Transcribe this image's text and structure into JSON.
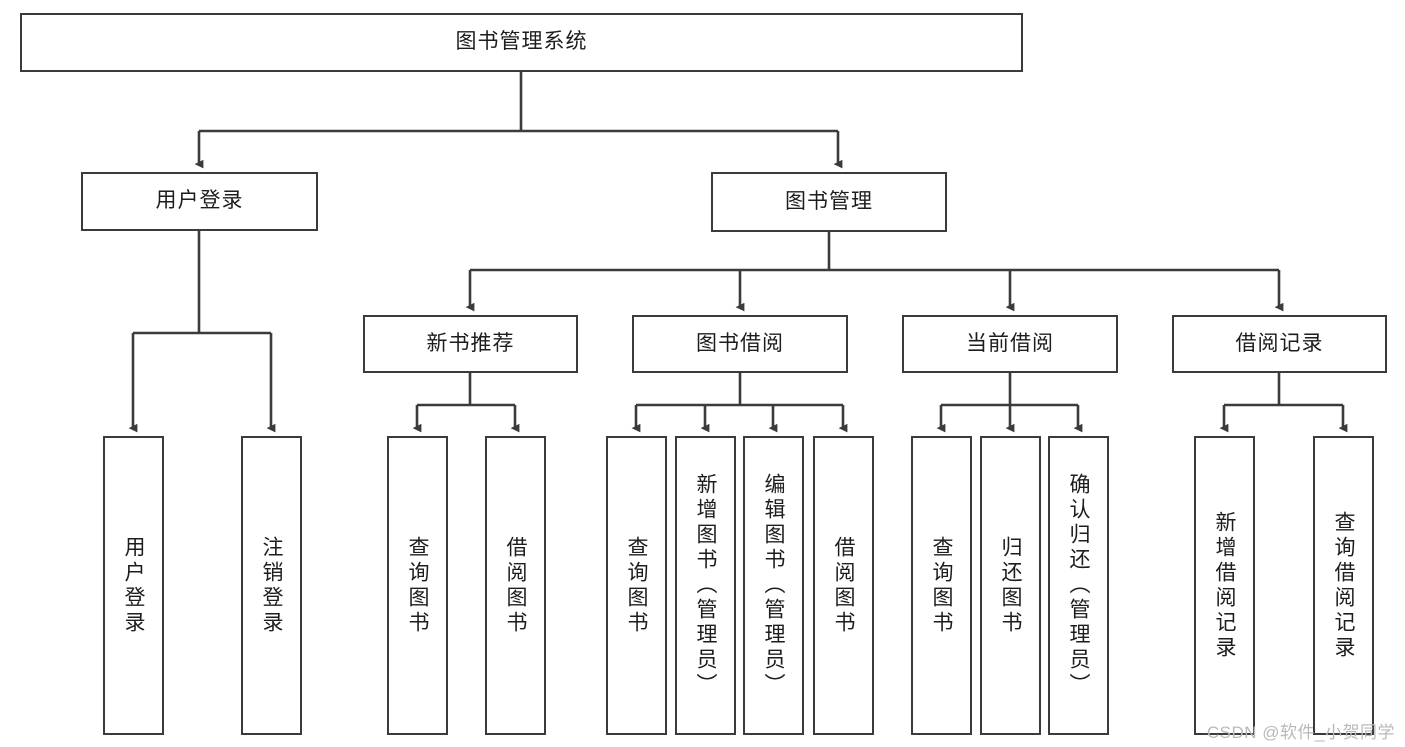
{
  "diagram": {
    "title": "图书管理系统",
    "type": "tree-hierarchy-chart",
    "watermark": "CSDN @软件_小贺同学",
    "root": {
      "label": "图书管理系统"
    },
    "level2": [
      {
        "label": "用户登录"
      },
      {
        "label": "图书管理"
      }
    ],
    "level3": [
      {
        "label": "新书推荐"
      },
      {
        "label": "图书借阅"
      },
      {
        "label": "当前借阅"
      },
      {
        "label": "借阅记录"
      }
    ],
    "leaves": {
      "user_login": [
        {
          "label": "用户登录"
        },
        {
          "label": "注销登录"
        }
      ],
      "new_book_recommend": [
        {
          "label": "查询图书"
        },
        {
          "label": "借阅图书"
        }
      ],
      "book_borrow": [
        {
          "label": "查询图书"
        },
        {
          "label": "新增图书（管理员）"
        },
        {
          "label": "编辑图书（管理员）"
        },
        {
          "label": "借阅图书"
        }
      ],
      "current_borrow": [
        {
          "label": "查询图书"
        },
        {
          "label": "归还图书"
        },
        {
          "label": "确认归还（管理员）"
        }
      ],
      "borrow_record": [
        {
          "label": "新增借阅记录"
        },
        {
          "label": "查询借阅记录"
        }
      ]
    },
    "colors": {
      "stroke": "#3b3b3b",
      "fill": "#ffffff",
      "text": "#1d1d1d",
      "watermark": "#b9b9b9"
    }
  }
}
